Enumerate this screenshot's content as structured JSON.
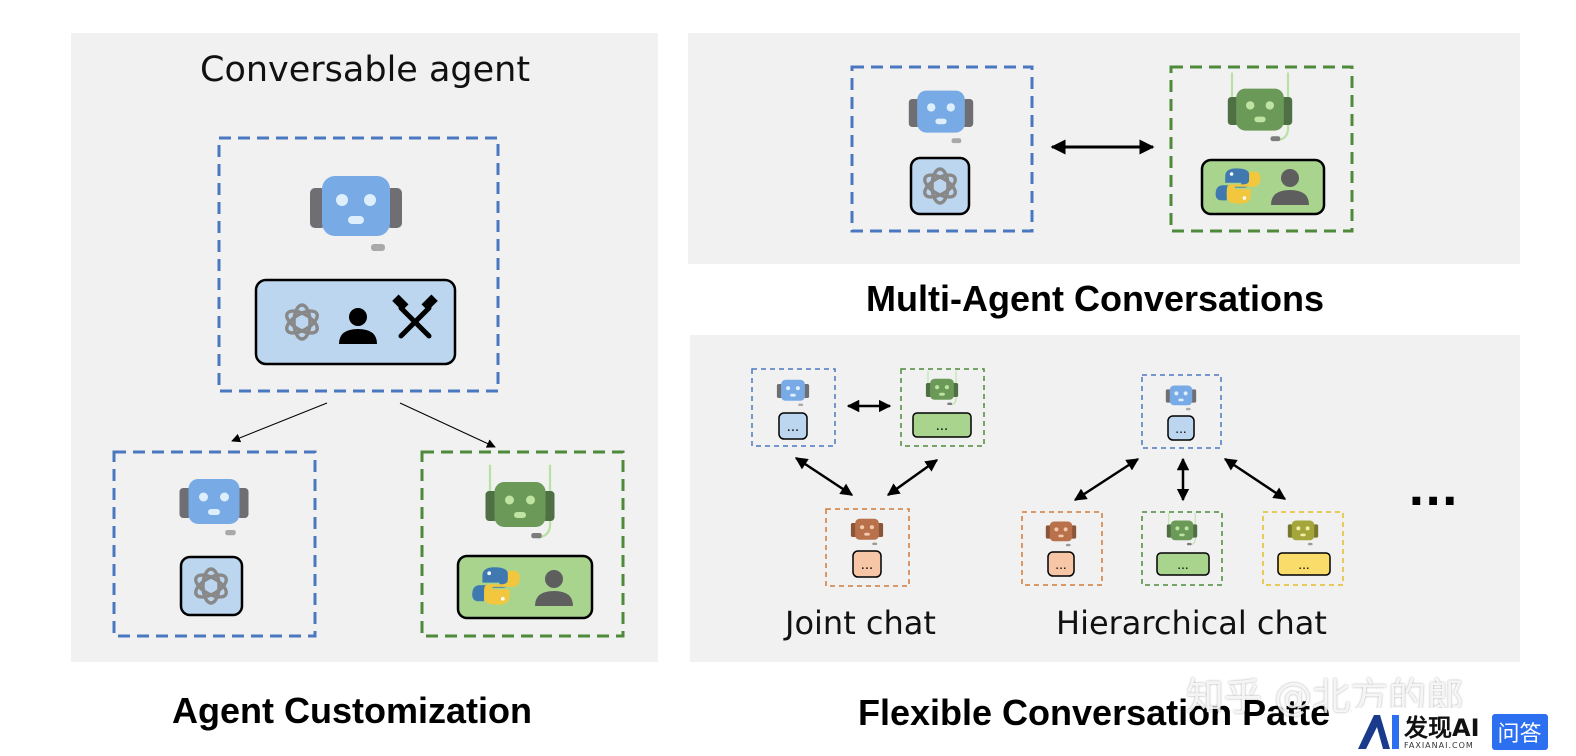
{
  "panels": {
    "customization": {
      "title": "Conversable agent",
      "caption": "Agent Customization"
    },
    "multi_agent": {
      "caption": "Multi-Agent Conversations"
    },
    "patterns": {
      "caption": "Flexible Conversation Patte",
      "joint_label": "Joint chat",
      "hierarchical_label": "Hierarchical chat",
      "more": "...",
      "ellipsis": "..."
    }
  },
  "watermark": {
    "text": "知乎 @北方的郎",
    "brand_text": "发现AI",
    "brand_sub": "FAXIANAI.COM",
    "qa_text": "问答"
  },
  "colors": {
    "panel_bg": "#f1f1f1",
    "blue_border": "#4a78c0",
    "green_border": "#4e8a3a",
    "orange_border": "#d07a3a",
    "yellow_border": "#e2bd2a",
    "blue_fill": "#bcd6ef",
    "green_fill": "#a8d48e",
    "orange_fill": "#f6c6a6",
    "yellow_fill": "#f9dc6a",
    "robot_blue": "#78aae6",
    "robot_green": "#6b9a58",
    "robot_orange": "#b8714a",
    "robot_olive": "#a4a53a"
  },
  "icons": [
    "robot-icon",
    "openai-icon",
    "person-icon",
    "tools-icon",
    "python-icon"
  ]
}
